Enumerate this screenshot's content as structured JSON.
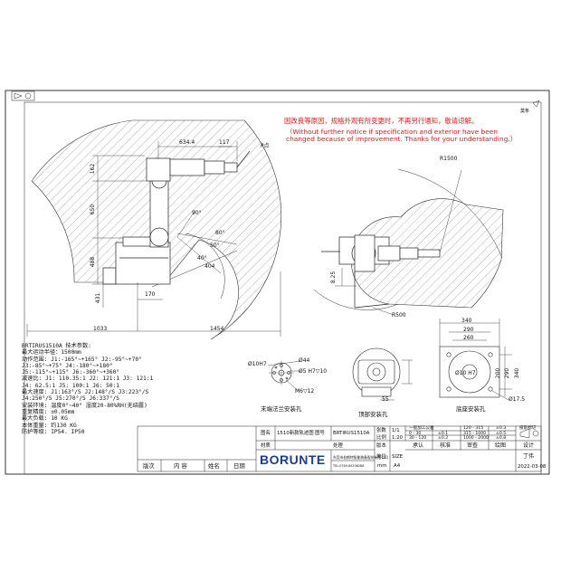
{
  "notice": {
    "zh": "因改良等原因，规格外观有所变更时，不再另行通知，敬请谅解。",
    "en": "（Without further notice if specification and exterior have been changed because of improvement. Thanks for your understanding.）"
  },
  "corner_mark": "莫条",
  "dimensions": {
    "side": {
      "d634": "634.4",
      "d117": "117",
      "pt": "P点",
      "d162": "162",
      "d650": "650",
      "d488": "488",
      "d431": "431",
      "d170": "170",
      "d1033": "1033",
      "d1454": "1454",
      "d404": "404",
      "d50": "50°",
      "d40": "40°",
      "d90": "90°",
      "d80": "80°"
    },
    "top": {
      "r1500": "R1500",
      "r500": "R500",
      "d825": "8.25"
    },
    "flange": {
      "d10h7": "Ø10H7",
      "d44": "Ø44",
      "d5h7": "Ø5 H7▽10",
      "m6": "M6▽12",
      "caption": "末端法兰安装孔"
    },
    "top_mount": {
      "d55": "55",
      "caption": "顶部安装孔"
    },
    "base": {
      "d340": "340",
      "d290": "290",
      "d260": "260",
      "v200": "200",
      "v290": "290",
      "v340": "340",
      "d10h7": "Ø10 H7",
      "d175": "Ø17.5",
      "caption": "底座安装孔"
    }
  },
  "spec": [
    "BRTIRUS1510A 技术参数:",
    "最大运动半径：1500mm",
    "动作范围:  J1:-165°~+165°  J2:-95°~+70°",
    "           J3:-85°~+75°   J4:-180°~+180°",
    "           J5:-115°~+115° J6:-360°~+360°",
    "减速比: J1: 110.35:1      J2: 121:1   J3: 121:1",
    "        J4: 62.5:1        J5: 100:1   J6: 50:1",
    "最大速度: J1:163°/S   J2:148°/S   J3:223°/S",
    "          J4:250°/S   J5:270°/S   J6:337°/S",
    "安装环境: 温度0°~40° 湿度20-80%RH(无结露)",
    "重复精度: ±0.05mm",
    "最大负载: 10 KG",
    "本体重量: 约130 KG",
    "防护等级:       IP54.    IP50"
  ],
  "title_block": {
    "l_tuming": "图名",
    "v_tuming": "1510新款轨迹图",
    "l_tuhao": "图号",
    "v_tuhao": "BRTIRUS1510A",
    "l_zhangshu": "张数",
    "v_zhangshu": "1/1",
    "l_bili": "比例",
    "v_bili": "1:20",
    "l_cailiao": "材质",
    "l_chuli": "处理",
    "l_banben": "版本",
    "l_danwei": "单位",
    "v_danwei": "mm",
    "l_size": "SIZE",
    "v_size": "A4",
    "tol_head": "一般加工公差",
    "tol": [
      "0 - 30",
      "±0.1",
      "120 - 315",
      "±0.3",
      "30 - 120",
      "±0.2",
      "315 - 1000",
      "±0.5",
      "",
      "",
      "1000 - 2000",
      "±0.8"
    ],
    "tol_mark": "投影标记",
    "roles": [
      "承认",
      "核准",
      "审查",
      "绘图",
      "设计"
    ],
    "designer": "丁伟",
    "date": "2022-03-08",
    "rev": [
      "版次",
      "内  容",
      "姓名",
      "日期"
    ],
    "logo": "BORUNTE",
    "company": "东莞市伯朗特智能装备股份有限公司",
    "company_tel": "TEL:0769-89208288"
  }
}
